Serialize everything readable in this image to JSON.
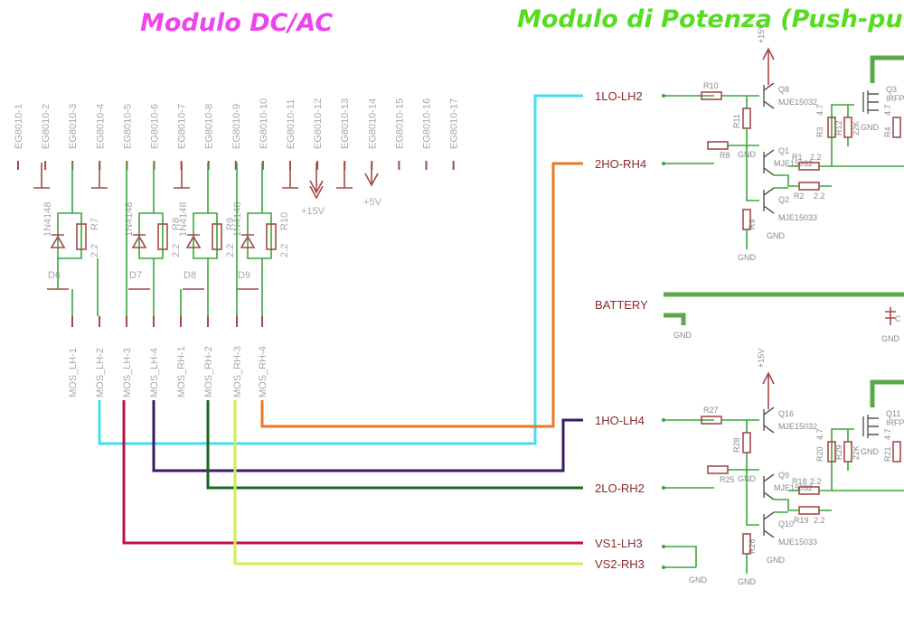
{
  "titles": {
    "dcac": "Modulo DC/AC",
    "power": "Modulo di Potenza (Push-pull)"
  },
  "header_pins": [
    "EG8010-1",
    "EG8010-2",
    "EG8010-3",
    "EG8010-4",
    "EG8010-5",
    "EG8010-6",
    "EG8010-7",
    "EG8010-8",
    "EG8010-9",
    "EG8010-10",
    "EG8010-11",
    "EG8010-12",
    "EG8010-13",
    "EG8010-14",
    "EG8010-15",
    "EG8010-16",
    "EG8010-17"
  ],
  "supply_labels": {
    "p15": "+15V",
    "p5": "+5V"
  },
  "diode_groups": [
    {
      "diode_type": "1N4148",
      "res_name": "R7",
      "res_value": "2.2",
      "diode_name": "D6"
    },
    {
      "diode_type": "1N4148",
      "res_name": "R8",
      "res_value": "2.2",
      "diode_name": "D7"
    },
    {
      "diode_type": "1N4148",
      "res_name": "R9",
      "res_value": "2.2",
      "diode_name": "D8"
    },
    {
      "diode_type": "1N4148",
      "res_name": "R10",
      "res_value": "2.2",
      "diode_name": "D9"
    }
  ],
  "mos_pins": [
    "MOS_LH-1",
    "MOS_LH-2",
    "MOS_LH-3",
    "MOS_LH-4",
    "MOS_RH-1",
    "MOS_RH-2",
    "MOS_RH-3",
    "MOS_RH-4"
  ],
  "nets": [
    "1LO-LH2",
    "2HO-RH4",
    "BATTERY",
    "1HO-LH4",
    "2LO-RH2",
    "VS1-LH3",
    "VS2-RH3"
  ],
  "wire_colors": {
    "LH2": "#44ddee",
    "RH4": "#ee7722",
    "LH4": "#3a1a66",
    "RH2": "#1a6622",
    "LH3": "#bb1144",
    "RH3": "#ccee55"
  },
  "upper_stage": {
    "supply": "+15V",
    "r_base": "R10",
    "r_pull": "R11",
    "r_base2": "R8",
    "q_top": "Q8",
    "q_top_type": "MJE15032",
    "q_mid": "Q1",
    "q_mid_type": "MJE15032",
    "q_bot": "Q2",
    "q_bot_type": "MJE15033",
    "r_bot": "R9",
    "r1": "R1",
    "r1_val": "2.2",
    "r2": "R2",
    "r2_val": "2.2",
    "r3": "R3",
    "r3_val": "4.7",
    "r12": "R12",
    "r12_val": "22K",
    "r4": "R4",
    "r4_val": "4.7",
    "mosfet": "Q3",
    "mosfet_type": "IRFP"
  },
  "lower_stage": {
    "supply": "+15V",
    "r_base": "R27",
    "r_pull": "R28",
    "r_base2": "R25",
    "q_top": "Q16",
    "q_top_type": "MJE15032",
    "q_mid": "Q9",
    "q_mid_type": "MJE15032",
    "q_bot": "Q10",
    "q_bot_type": "MJE15033",
    "r_bot": "R26",
    "r18": "R18",
    "r18_val": "2.2",
    "r19": "R19",
    "r19_val": "2.2",
    "r20": "R20",
    "r20_val": "4.7",
    "r29": "R29",
    "r29_val": "22K",
    "r21": "R21",
    "r21_val": "4.7",
    "mosfet": "Q11",
    "mosfet_type": "IRFP"
  },
  "gnd": "GND",
  "cap": "C"
}
